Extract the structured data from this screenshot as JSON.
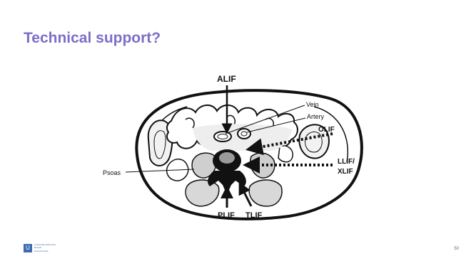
{
  "slide": {
    "title": "Technical support?",
    "page_number": "50"
  },
  "diagram": {
    "labels": {
      "alif": "ALIF",
      "vein": "Vein",
      "artery": "Artery",
      "olif": "OLIF",
      "llif": "LLIF/",
      "xlif": "XLIF",
      "psoas": "Psoas",
      "plif": "PLIF",
      "tlif": "TLIF"
    }
  },
  "footer": {
    "logo_mark": "U",
    "logo_lines": [
      "Universitair Ziekenhuis",
      "Brussel",
      "Neurochirurgie"
    ]
  }
}
